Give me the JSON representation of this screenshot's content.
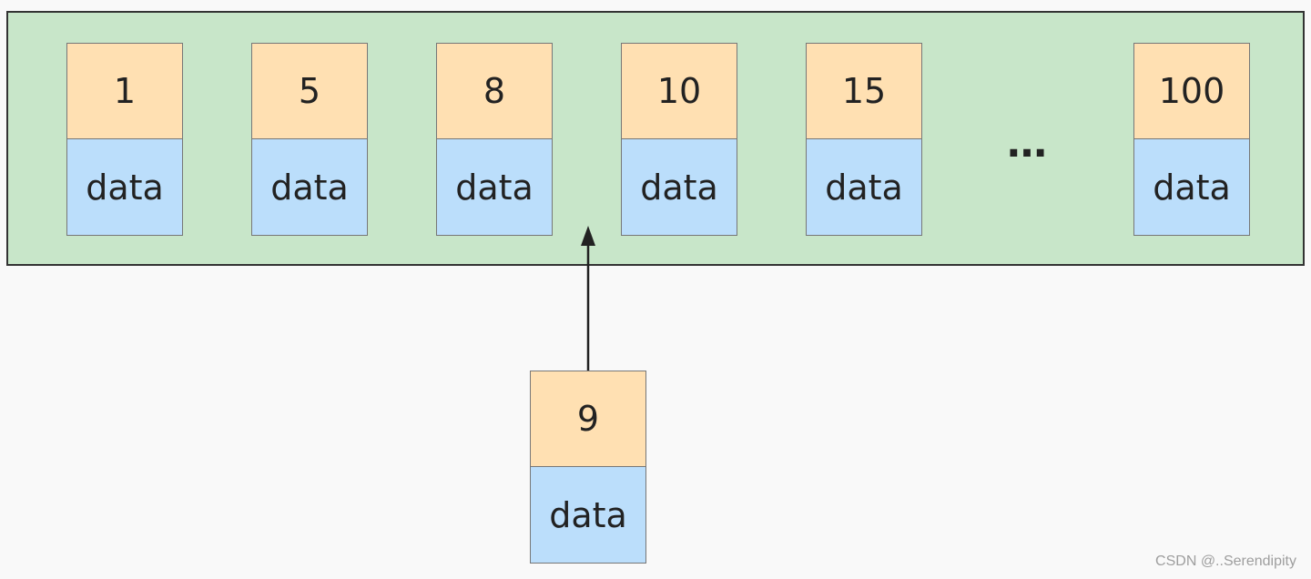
{
  "page": {
    "records": [
      {
        "key": "1",
        "data": "data"
      },
      {
        "key": "5",
        "data": "data"
      },
      {
        "key": "8",
        "data": "data"
      },
      {
        "key": "10",
        "data": "data"
      },
      {
        "key": "15",
        "data": "data"
      },
      {
        "key": "100",
        "data": "data"
      }
    ],
    "ellipsis": "…"
  },
  "new_record": {
    "key": "9",
    "data": "data"
  },
  "watermark": "CSDN @..Serendipity",
  "colors": {
    "page_background": "#c8e6c9",
    "key_cell": "#ffe0b2",
    "data_cell": "#bbdefb",
    "border": "#333333"
  }
}
